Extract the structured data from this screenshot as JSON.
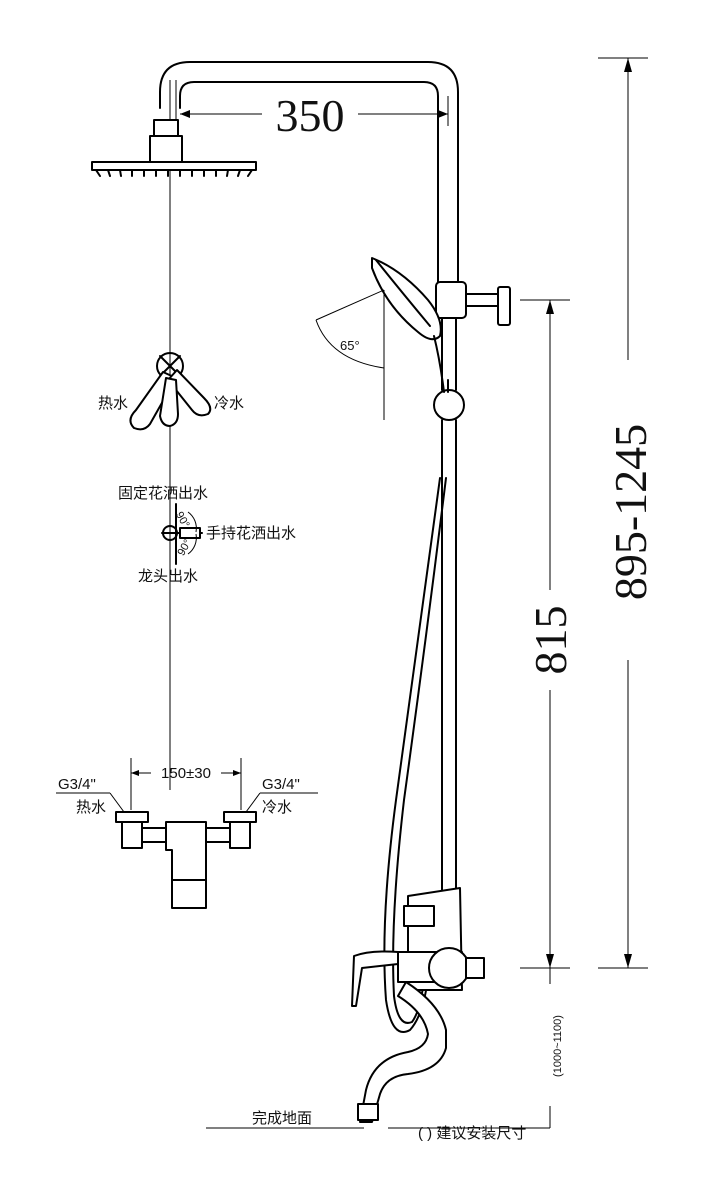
{
  "dimensions": {
    "head_reach": "350",
    "total_height": "895-1245",
    "mixer_height": "815",
    "suggested_install": "(1000~1100)",
    "inlet_spacing": "150±30",
    "shower_angle": "65°"
  },
  "labels": {
    "hot_water": "热水",
    "cold_water": "冷水",
    "fixed_shower_outlet": "固定花洒出水",
    "hand_shower_outlet": "手持花洒出水",
    "spout_outlet": "龙头出水",
    "angle_90_a": "90°",
    "angle_90_b": "90°",
    "thread_left": "G3/4\"",
    "thread_right": "G3/4\"",
    "inlet_hot": "热水",
    "inlet_cold": "冷水",
    "floor": "完成地面",
    "suggested_note": "( ) 建议安装尺寸"
  }
}
